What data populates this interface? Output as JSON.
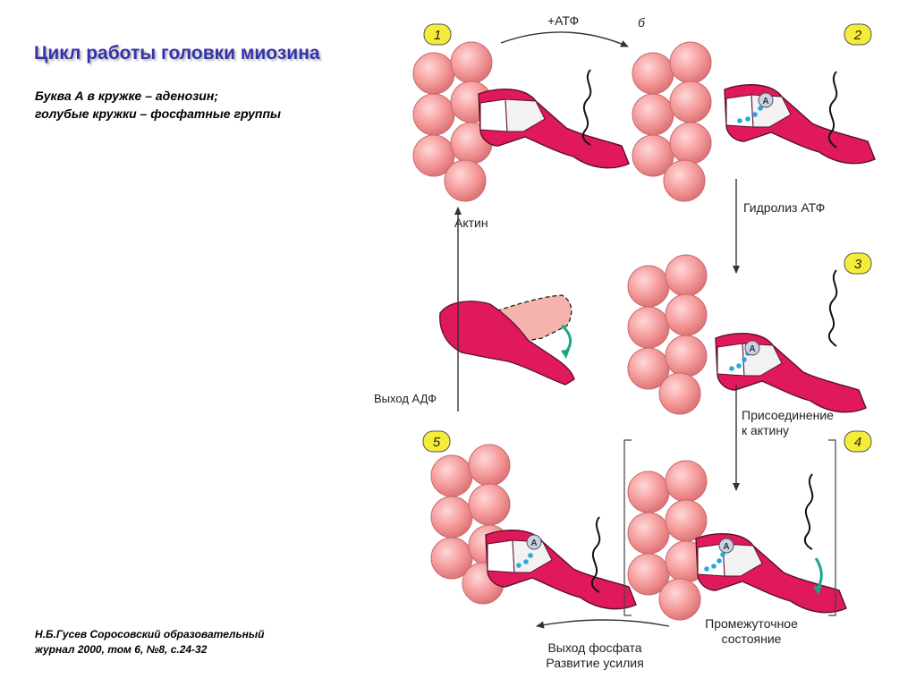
{
  "header": {
    "title": "Цикл работы головки миозина",
    "subtitle_line1": "Буква А в кружке – аденозин;",
    "subtitle_line2": "голубые кружки – фосфатные группы"
  },
  "citation": {
    "line1": "Н.Б.Гусев Соросовский образовательный",
    "line2": "журнал 2000, том 6, №8, с.24-32"
  },
  "diagram": {
    "step_labels": [
      "1",
      "2",
      "3",
      "4",
      "5"
    ],
    "atp_label": "+АТФ",
    "b_label": "б",
    "actin_label": "Актин",
    "hydrolysis_label": "Гидролиз АТФ",
    "attach_line1": "Присоединение",
    "attach_line2": "к актину",
    "adp_release_label": "Выход АДФ",
    "intermediate_line1": "Промежуточное",
    "intermediate_line2": "состояние",
    "phosphate_line1": "Выход фосфата",
    "phosphate_line2": "Развитие усилия",
    "adenosine_letter": "А"
  },
  "colors": {
    "actin": "#f59b9b",
    "myosin": "#e0195c",
    "myosin_ghost": "#f4b3ac",
    "phosphate": "#29a8e0",
    "badge": "#f5ec3a",
    "arrow_green": "#1aa88a",
    "title": "#3333aa"
  }
}
